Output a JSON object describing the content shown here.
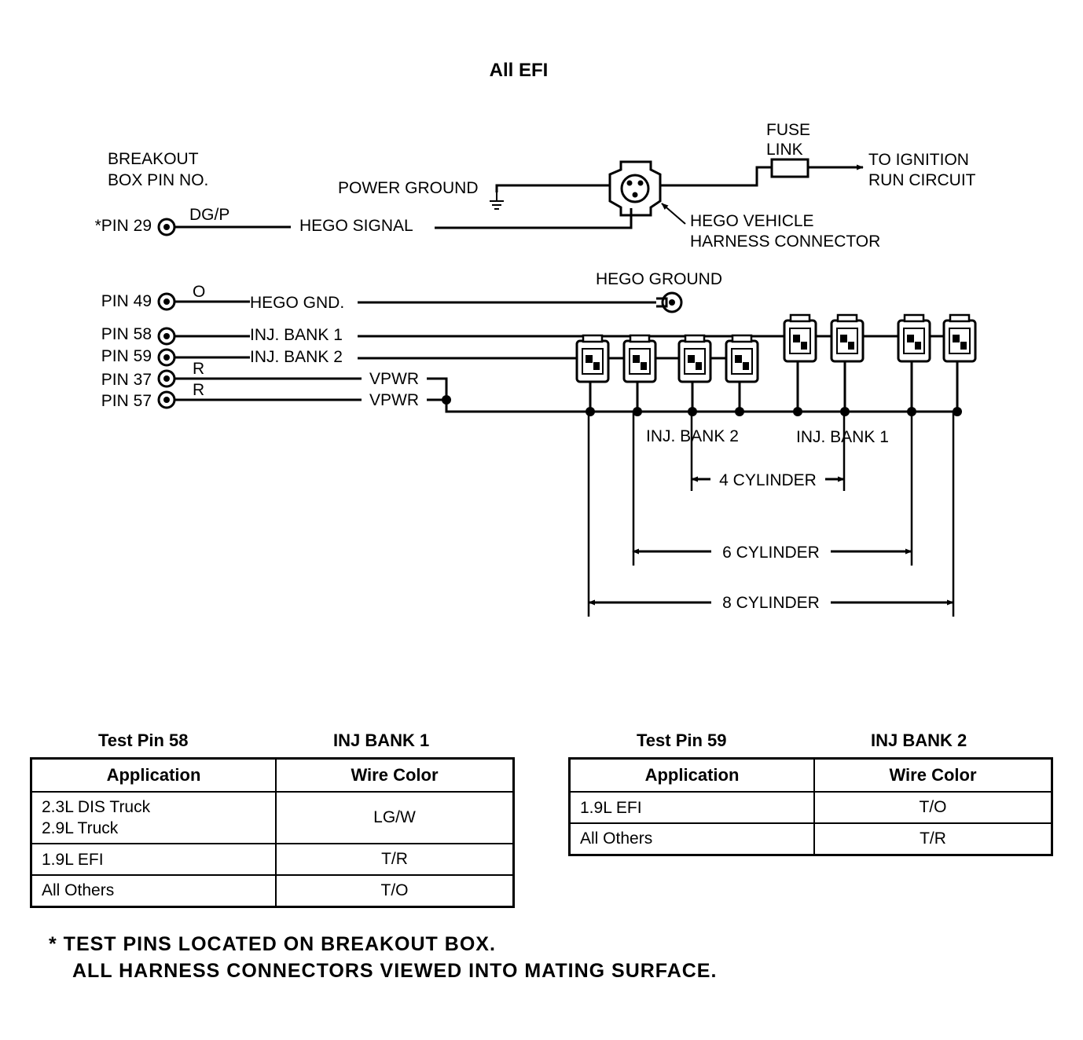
{
  "title": "All EFI",
  "labels": {
    "breakout_line1": "BREAKOUT",
    "breakout_line2": "BOX PIN NO.",
    "power_ground": "POWER GROUND",
    "fuse_line1": "FUSE",
    "fuse_line2": "LINK",
    "ignition_line1": "TO IGNITION",
    "ignition_line2": "RUN CIRCUIT",
    "hego_connector_line1": "HEGO VEHICLE",
    "hego_connector_line2": "HARNESS CONNECTOR",
    "hego_ground": "HEGO GROUND",
    "inj_bank_2_group": "INJ. BANK 2",
    "inj_bank_1_group": "INJ. BANK 1",
    "cyl4": "4 CYLINDER",
    "cyl6": "6 CYLINDER",
    "cyl8": "8 CYLINDER"
  },
  "pins": [
    {
      "pin": "*PIN 29",
      "wire_color": "DG/P",
      "signal": "HEGO SIGNAL"
    },
    {
      "pin": "PIN 49",
      "wire_color": "O",
      "signal": "HEGO GND."
    },
    {
      "pin": "PIN 58",
      "wire_color": "",
      "signal": "INJ. BANK 1"
    },
    {
      "pin": "PIN 59",
      "wire_color": "",
      "signal": "INJ. BANK 2"
    },
    {
      "pin": "PIN 37",
      "wire_color": "R",
      "signal": "VPWR"
    },
    {
      "pin": "PIN 57",
      "wire_color": "R",
      "signal": "VPWR"
    }
  ],
  "tables": [
    {
      "test_pin": "Test Pin 58",
      "bank": "INJ BANK 1",
      "headers": [
        "Application",
        "Wire Color"
      ],
      "rows": [
        {
          "application": [
            "2.3L DIS Truck",
            "2.9L Truck"
          ],
          "color": "LG/W"
        },
        {
          "application": [
            "1.9L EFI"
          ],
          "color": "T/R"
        },
        {
          "application": [
            "All Others"
          ],
          "color": "T/O"
        }
      ]
    },
    {
      "test_pin": "Test Pin 59",
      "bank": "INJ BANK 2",
      "headers": [
        "Application",
        "Wire Color"
      ],
      "rows": [
        {
          "application": [
            "1.9L EFI"
          ],
          "color": "T/O"
        },
        {
          "application": [
            "All Others"
          ],
          "color": "T/R"
        }
      ]
    }
  ],
  "notes": [
    "*  TEST PINS LOCATED ON BREAKOUT BOX.",
    "ALL HARNESS CONNECTORS VIEWED INTO MATING SURFACE."
  ]
}
